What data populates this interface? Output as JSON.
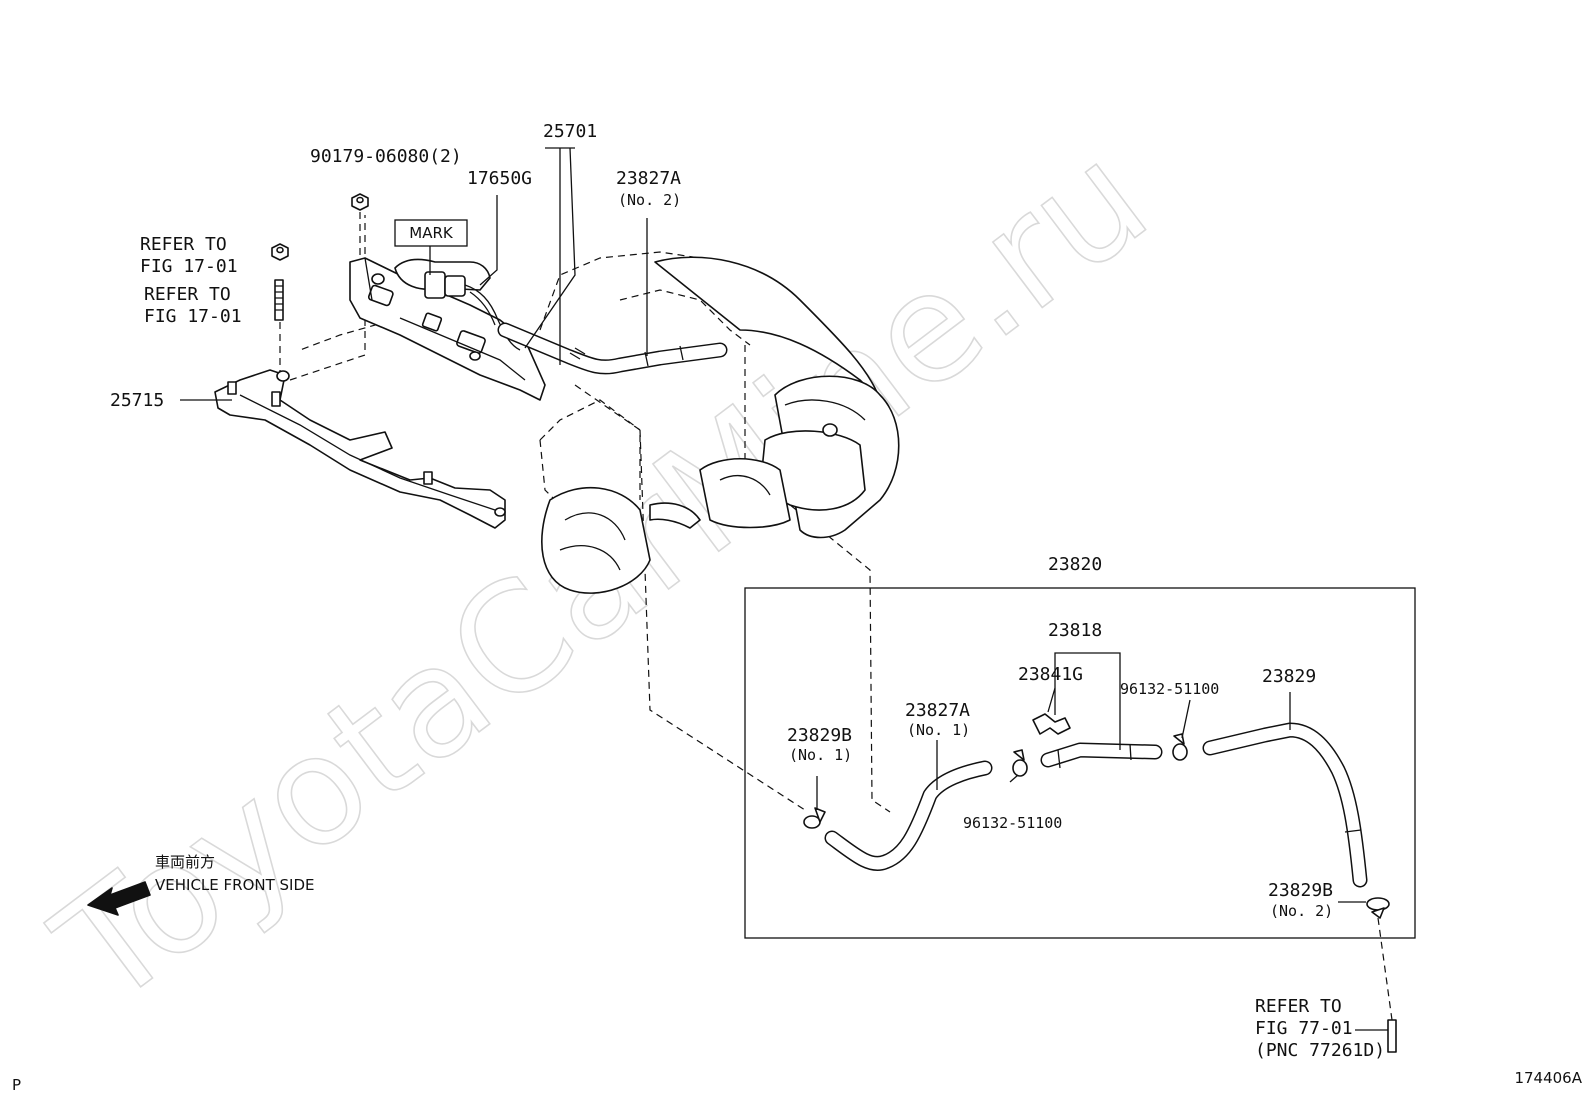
{
  "watermark": "ToyotaCarMine.ru",
  "labels": {
    "p90179": "90179-06080(2)",
    "p25701": "25701",
    "p17650g": "17650G",
    "p23827a_top": "23827A",
    "p23827a_top_sub": "(No. 2)",
    "mark": "MARK",
    "refer1_line1": "REFER TO",
    "refer1_line2": "FIG 17-01",
    "refer2_line1": "REFER TO",
    "refer2_line2": "FIG 17-01",
    "p25715": "25715",
    "p23820": "23820",
    "p23818": "23818",
    "p23841g": "23841G",
    "p96132_right": "96132-51100",
    "p23829": "23829",
    "p23827a_box": "23827A",
    "p23827a_box_sub": "(No. 1)",
    "p23829b_left": "23829B",
    "p23829b_left_sub": "(No. 1)",
    "p96132_bottom": "96132-51100",
    "p23829b_right": "23829B",
    "p23829b_right_sub": "(No. 2)",
    "refer3_line1": "REFER TO",
    "refer3_line2": "FIG 77-01",
    "refer3_line3": "(PNC 77261D)",
    "front_jp": "車両前方",
    "front_en": "VEHICLE FRONT SIDE",
    "corner_left": "P",
    "corner_right": "174406A"
  },
  "icons": {
    "direction_arrow": "arrow-left-icon"
  },
  "colors": {
    "line": "#111111",
    "watermark": "#d9d9d9",
    "background": "#ffffff"
  }
}
